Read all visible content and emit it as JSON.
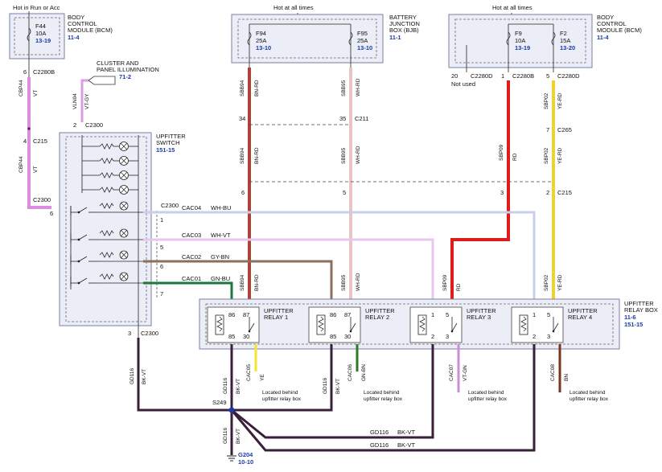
{
  "header": {
    "hot_run_acc": "Hot in Run or Acc",
    "hot_all_times_1": "Hot at all times",
    "hot_all_times_2": "Hot at all times"
  },
  "modules": {
    "bcm_left": {
      "name": "BODY\nCONTROL\nMODULE (BCM)",
      "ref": "11-4",
      "fuse": "F44",
      "amps": "10A",
      "fuse_ref": "13-19"
    },
    "bjb": {
      "name": "BATTERY\nJUNCTION\nBOX (BJB)",
      "ref": "11-1",
      "fuses": [
        {
          "id": "F94",
          "amps": "25A",
          "ref": "13-10"
        },
        {
          "id": "F95",
          "amps": "25A",
          "ref": "13-10"
        }
      ]
    },
    "bcm_right": {
      "name": "BODY\nCONTROL\nMODULE (BCM)",
      "ref": "11-4",
      "fuses": [
        {
          "id": "F9",
          "amps": "10A",
          "ref": "13-19"
        },
        {
          "id": "F2",
          "amps": "15A",
          "ref": "13-20"
        }
      ]
    },
    "cluster": {
      "name": "CLUSTER AND\nPANEL ILLUMINATION",
      "ref": "71-2"
    },
    "switch": {
      "name": "UPFITTER\nSWITCH",
      "ref": "151-15"
    },
    "relay_box": {
      "name": "UPFITTER\nRELAY BOX",
      "ref1": "11-6",
      "ref2": "151-15"
    }
  },
  "relays": [
    {
      "name": "UPFITTER\nRELAY 1",
      "p1": "86",
      "p2": "87",
      "p3": "85",
      "p4": "30"
    },
    {
      "name": "UPFITTER\nRELAY 2",
      "p1": "86",
      "p2": "87",
      "p3": "85",
      "p4": "30"
    },
    {
      "name": "UPFITTER\nRELAY 3",
      "p1": "1",
      "p2": "5",
      "p3": "2",
      "p4": "3"
    },
    {
      "name": "UPFITTER\nRELAY 4",
      "p1": "1",
      "p2": "5",
      "p3": "2",
      "p4": "3"
    }
  ],
  "connectors": {
    "c2280b_left": "C2280B",
    "c2300_top": "C2300",
    "c215_left": "C215",
    "c2300_left": "C2300",
    "c2300_right": "C2300",
    "c2300_bottom": "C2300",
    "c2280d_20": "C2280D",
    "c2280b_1": "C2280B",
    "c2280d_5": "C2280D",
    "c211": "C211",
    "c265": "C265",
    "c215_right": "C215",
    "not_used": "Not used",
    "s249": "S249",
    "g204": "G204",
    "g204_ref": "10-10"
  },
  "pins": {
    "p6a": "6",
    "p4": "4",
    "p6b": "6",
    "p2": "2",
    "p3": "3",
    "p34": "34",
    "p35": "35",
    "p6c": "6",
    "p5a": "5",
    "p20": "20",
    "p1": "1",
    "p5b": "5",
    "p7": "7",
    "p3b": "3",
    "p2b": "2",
    "sw1": "1",
    "sw5": "5",
    "sw6": "6",
    "sw7": "7"
  },
  "circuits": [
    {
      "code": "CBP44",
      "color": "VT"
    },
    {
      "code": "CBP44",
      "color": "VT"
    },
    {
      "code": "VLN04",
      "color": "VT-GY"
    },
    {
      "code": "SBB94",
      "color": "BN-RD"
    },
    {
      "code": "SBB95",
      "color": "WH-RD"
    },
    {
      "code": "SBB94",
      "color": "BN-RD"
    },
    {
      "code": "SBB95",
      "color": "WH-RD"
    },
    {
      "code": "SBP09",
      "color": "RD"
    },
    {
      "code": "SBP02",
      "color": "YE-RD"
    },
    {
      "code": "SBP02",
      "color": "YE-RD"
    },
    {
      "code": "SBB94",
      "color": "BN-RD"
    },
    {
      "code": "SBB95",
      "color": "WH-RD"
    },
    {
      "code": "SBP09",
      "color": "RD"
    },
    {
      "code": "SBP02",
      "color": "YE-RD"
    },
    {
      "code": "GD116",
      "color": "BK-VT"
    },
    {
      "code": "GD116",
      "color": "BK-VT"
    },
    {
      "code": "GD116",
      "color": "BK-VT"
    },
    {
      "code": "GD116",
      "color": "BK-VT"
    },
    {
      "code": "CAC05",
      "color": "YE"
    },
    {
      "code": "CAC06",
      "color": "GN-BN"
    },
    {
      "code": "CAC07",
      "color": "VT-GN"
    },
    {
      "code": "CAC08",
      "color": "BN"
    }
  ],
  "horizontal_circuits": [
    {
      "code": "CAC04",
      "color": "WH-BU"
    },
    {
      "code": "CAC03",
      "color": "WH-VT"
    },
    {
      "code": "CAC02",
      "color": "GY-BN"
    },
    {
      "code": "CAC01",
      "color": "GN-BU"
    },
    {
      "code": "GD116",
      "color": "BK-VT"
    },
    {
      "code": "GD116",
      "color": "BK-VT"
    }
  ],
  "notes": {
    "located": "Located behind\nupfitter relay box"
  },
  "wire_colors": {
    "violet": "#d98ee0",
    "brown_red": "#b0413a",
    "white_red": "#e8c4c4",
    "red": "#e01b1b",
    "yellow_red": "#f0d22a",
    "black_violet": "#3a1f3a",
    "gray_brown": "#8a6e5e",
    "green_blue": "#1a7a3a",
    "white_blue": "#c9cfe8",
    "white_violet": "#e6c8ea",
    "yellow": "#f3e534",
    "green_brown": "#2f7a2a",
    "violet_green": "#c88fd4",
    "brown": "#7a3420"
  }
}
